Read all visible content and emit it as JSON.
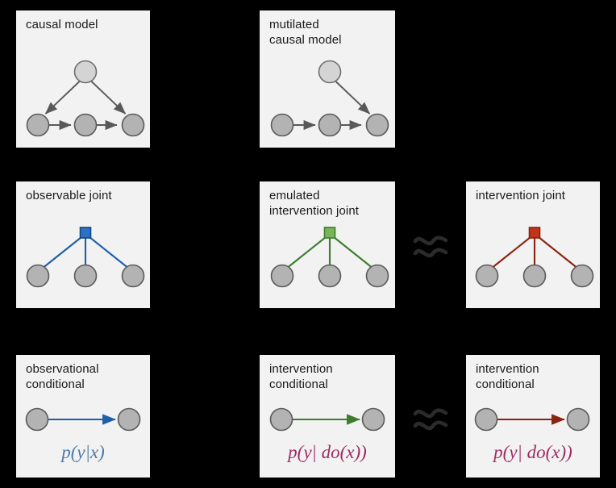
{
  "figure": {
    "background_color": "#000000",
    "panel_background": "#f2f2f2",
    "node_fill": "#b3b3b3",
    "node_fill_light": "#d4d4d4",
    "node_stroke": "#5a5a5a",
    "edge_gray": "#595959"
  },
  "colors": {
    "blue": "#1f5fa9",
    "blue_node_fill": "#2a72c4",
    "green": "#3c7d2e",
    "green_node_fill": "#7ab55c",
    "red": "#8b2310",
    "red_node_fill": "#c0341a",
    "formula_blue": "#4a7ba8",
    "formula_magenta": "#9e2a63",
    "approx_color": "#2b2b2b"
  },
  "panels": [
    {
      "id": "causal-model",
      "label": "causal model",
      "row": 1,
      "column": 1
    },
    {
      "id": "mutilated-causal-model",
      "label": "mutilated\ncausal model",
      "row": 1,
      "column": 2
    },
    {
      "id": "observable-joint",
      "label": "observable joint",
      "row": 2,
      "column": 1
    },
    {
      "id": "emulated-intervention-joint",
      "label": "emulated\nintervention joint",
      "row": 2,
      "column": 2
    },
    {
      "id": "intervention-joint",
      "label": "intervention joint",
      "row": 2,
      "column": 3
    },
    {
      "id": "observational-conditional",
      "label": "observational\nconditional",
      "row": 3,
      "column": 1
    },
    {
      "id": "intervention-conditional-mid",
      "label": "intervention\nconditional",
      "row": 3,
      "column": 2
    },
    {
      "id": "intervention-conditional-right",
      "label": "intervention\nconditional",
      "row": 3,
      "column": 3
    }
  ],
  "formulas": {
    "observational": {
      "text": "p(y|x)",
      "p": "p",
      "open": "(",
      "y": "y",
      "bar": "|",
      "x": "x",
      "close": ")"
    },
    "interventional": {
      "text": "p(y| do(x))",
      "p": "p",
      "open": "(",
      "y": "y",
      "bar": "|",
      "do": "do",
      "open2": "(",
      "x": "x",
      "close2": ")",
      "close": ")"
    }
  },
  "approx_symbols": [
    {
      "id": "approx-row2",
      "glyph": "≈"
    },
    {
      "id": "approx-row3",
      "glyph": "≈"
    }
  ]
}
